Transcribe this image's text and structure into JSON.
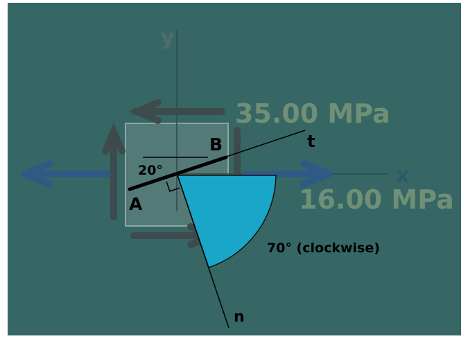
{
  "axes": {
    "x_label": "x",
    "y_label": "y",
    "t_label": "t",
    "n_label": "n"
  },
  "points": {
    "a": "A",
    "b": "B"
  },
  "angles": {
    "plane": "20°",
    "rotation": "70° (clockwise)"
  },
  "stresses": {
    "shear": "35.00 MPa",
    "normal_x": "16.00 MPa"
  },
  "colors": {
    "background": "#366765",
    "stress_text": "#6f8f77",
    "x_arrow": "#2f5a86",
    "shear_arrow": "#3e4b4d",
    "wedge": "#1aa6c8",
    "element": "#6e8b89"
  }
}
